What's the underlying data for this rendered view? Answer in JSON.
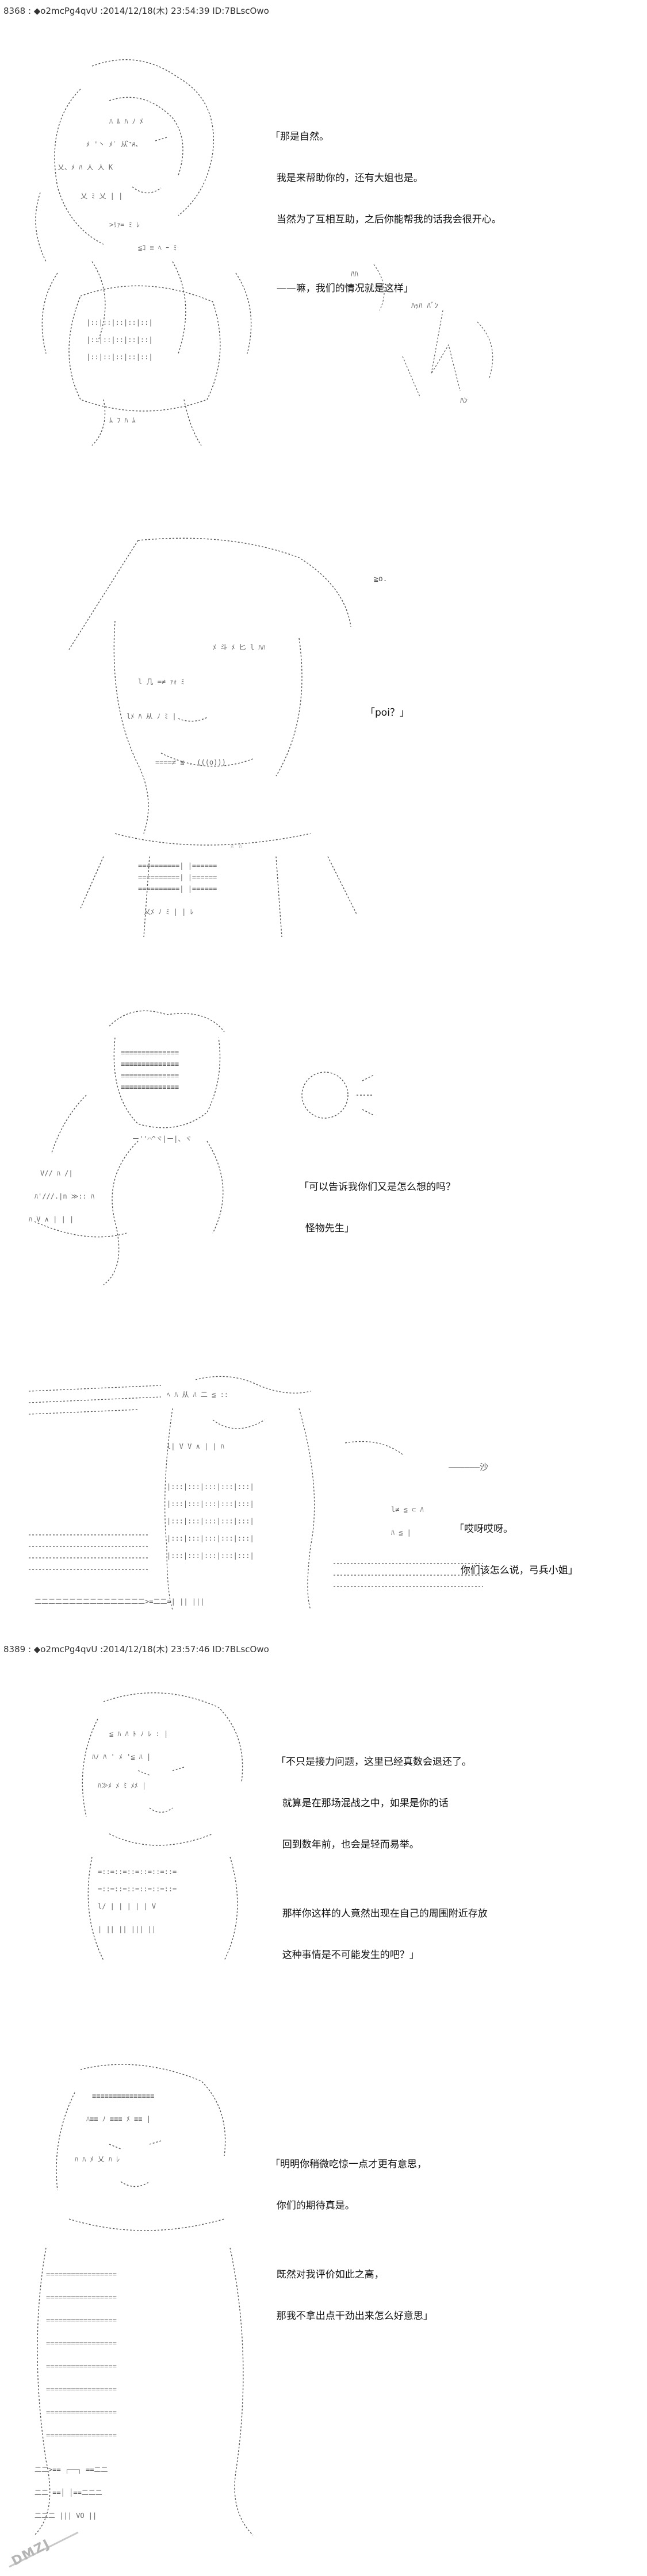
{
  "posts": [
    {
      "header": "8368 : ◆o2mcPg4qvU :2014/12/18(木) 23:54:39 ID:7BLscOwo",
      "panels": [
        {
          "dialog": [
            "「那是自然。",
            "  我是来帮助你的，还有大姐也是。",
            "  当然为了互相互助，之后你能帮我的话我会很开心。",
            "",
            "  ——嘛，我们的情况就是这样」"
          ],
          "sfx": [
            "ﾊｯﾊ ﾊﾞﾝ",
            "ﾊﾊ",
            "ﾊﾝ"
          ]
        },
        {
          "dialog": [
            "「poi？」"
          ],
          "sfx": [
            "≧o."
          ]
        },
        {
          "dialog": [
            "「可以告诉我你们又是怎么想的吗？",
            "  怪物先生」"
          ],
          "sfx": []
        },
        {
          "dialog": [
            "「哎呀哎呀。",
            "  你们该怎么说，弓兵小姐」"
          ],
          "sfx": [
            "——————沙"
          ]
        }
      ]
    },
    {
      "header": "8389 : ◆o2mcPg4qvU :2014/12/18(木) 23:57:46 ID:7BLscOwo",
      "panels": [
        {
          "dialog": [
            "「不只是接力问题，这里已经真数会退还了。",
            "  就算是在那场混战之中，如果是你的话",
            "  回到数年前，也会是轻而易举。",
            "",
            "  那样你这样的人竟然出现在自己的周围附近存放",
            "  这种事情是不可能发生的吧？」"
          ],
          "sfx": []
        },
        {
          "dialog": [
            "「明明你稍微吃惊一点才更有意思，",
            "  你们的期待真是。",
            "",
            "  既然对我评价如此之高，",
            "  那我不拿出点干劲出来怎么好意思」"
          ],
          "sfx": []
        }
      ]
    }
  ],
  "watermark": "DMZJ"
}
